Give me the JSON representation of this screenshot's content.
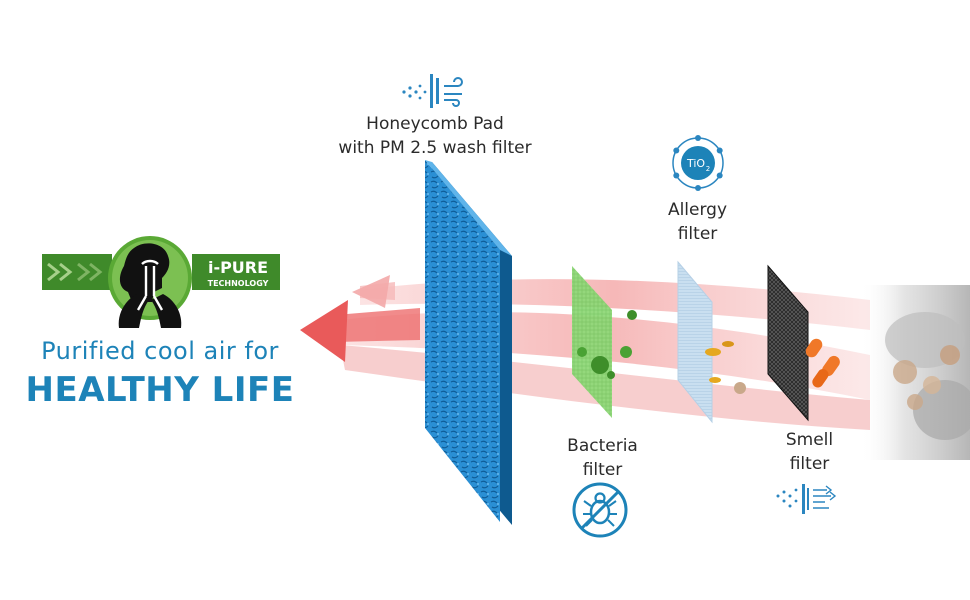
{
  "brand": {
    "logo_line1": "i-PURE",
    "logo_line2": "TECHNOLOGY"
  },
  "tagline": "Purified cool air for",
  "headline": "HEALTHY LIFE",
  "filters": [
    {
      "line1": "Honeycomb Pad",
      "line2": "with PM 2.5 wash filter",
      "icon": "airflow-icon"
    },
    {
      "line1": "Allergy",
      "line2": "filter",
      "icon": "tio2-molecule-icon",
      "icon_text": "TiO",
      "icon_sub": "2"
    },
    {
      "line1": "Bacteria",
      "line2": "filter",
      "icon": "no-bacteria-icon"
    },
    {
      "line1": "Smell",
      "line2": "filter",
      "icon": "smell-particles-icon"
    }
  ],
  "colors": {
    "brand_blue": "#1d83b8",
    "brand_green": "#3f8a2a",
    "honeycomb_blue": "#2a8fd4",
    "airflow_red": "#e95a5a"
  }
}
